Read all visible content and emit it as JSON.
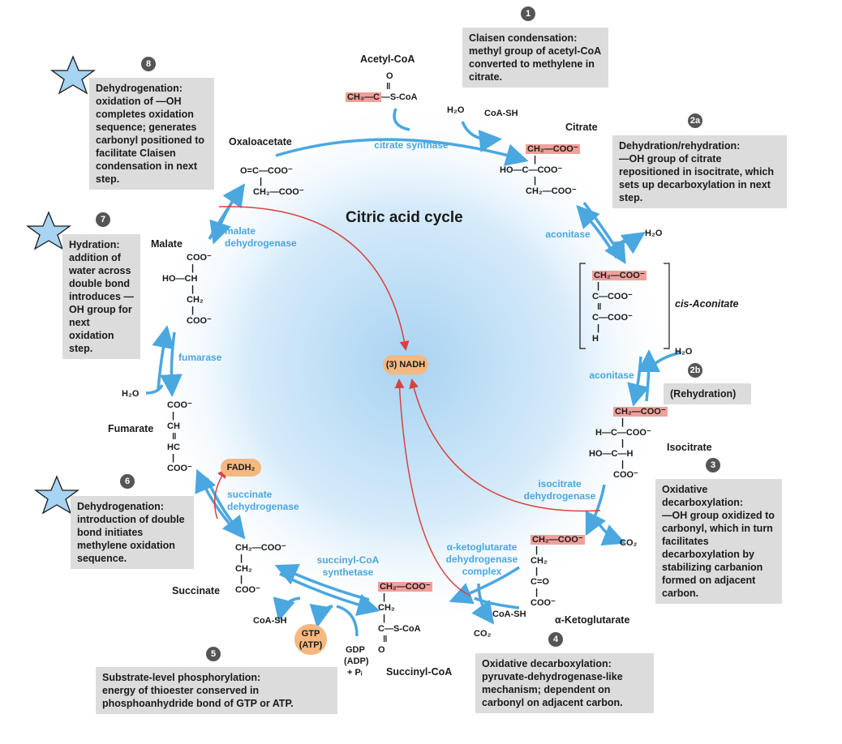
{
  "title": "Citric acid cycle",
  "steps": {
    "s1": {
      "num": "1",
      "title": "Claisen condensation:",
      "text": "methyl group of acetyl-CoA converted to methylene in citrate."
    },
    "s2a": {
      "num": "2a",
      "title": "Dehydration/rehydration:",
      "text": "—OH group of citrate repositioned in isocitrate, which sets up decarboxylation in next step."
    },
    "s2b": {
      "num": "2b",
      "title": "(Rehydration)"
    },
    "s3": {
      "num": "3",
      "title": "Oxidative decarboxylation:",
      "text": "—OH group oxidized to carbonyl, which in turn facilitates decarboxylation by stabilizing carbanion formed on adjacent carbon."
    },
    "s4": {
      "num": "4",
      "title": "Oxidative decarboxylation:",
      "text": "pyruvate-dehydrogenase-like mechanism; dependent on carbonyl on adjacent carbon."
    },
    "s5": {
      "num": "5",
      "title": "Substrate-level phosphorylation:",
      "text": "energy of thioester conserved in phosphoanhydride bond of GTP or ATP."
    },
    "s6": {
      "num": "6",
      "title": "Dehydrogenation:",
      "text": "introduction of double bond initiates methylene oxidation sequence."
    },
    "s7": {
      "num": "7",
      "title": "Hydration:",
      "text": "addition of water across double bond introduces —OH group for next oxidation step."
    },
    "s8": {
      "num": "8",
      "title": "Dehydrogenation:",
      "text": "oxidation of —OH completes oxidation sequence; generates carbonyl positioned to facilitate Claisen condensation in next step."
    }
  },
  "compounds": {
    "acetyl_coa": "Acetyl-CoA",
    "citrate": "Citrate",
    "cis_aconitate": "cis-Aconitate",
    "isocitrate": "Isocitrate",
    "alpha_kg": "α-Ketoglutarate",
    "succinyl_coa": "Succinyl-CoA",
    "succinate": "Succinate",
    "fumarate": "Fumarate",
    "malate": "Malate",
    "oxaloacetate": "Oxaloacetate"
  },
  "enzymes": {
    "citrate_synthase": "citrate synthase",
    "aconitase1": "aconitase",
    "aconitase2": "aconitase",
    "idh": "isocitrate dehydrogenase",
    "akgdh": "α-ketoglutarate dehydrogenase complex",
    "scs": "succinyl-CoA synthetase",
    "sdh": "succinate dehydrogenase",
    "fumarase": "fumarase",
    "mdh": "malate dehydrogenase"
  },
  "side": {
    "h2o_1": "H₂O",
    "coash_1": "CoA-SH",
    "h2o_2": "H₂O",
    "h2o_3": "H₂O",
    "co2_1": "CO₂",
    "co2_2": "CO₂",
    "coash_2": "CoA-SH",
    "coash_3": "CoA-SH",
    "gdp": "GDP",
    "adp": "(ADP)",
    "pi": "+ Pᵢ",
    "h2o_4": "H₂O",
    "nadh": "(3) NADH",
    "fadh2": "FADH₂",
    "gtp": "GTP",
    "atp": "(ATP)"
  },
  "colors": {
    "arrow": "#4aa7e0",
    "nadh_arrow": "#d9413f",
    "highlight": "#f0a09a",
    "pill": "#f5b880",
    "box": "#dcdcdc",
    "star": "#a6d4f2"
  }
}
